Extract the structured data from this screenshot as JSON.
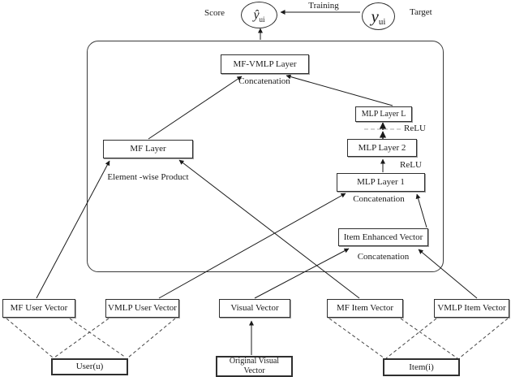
{
  "header": {
    "score_label": "Score",
    "training_label": "Training",
    "target_label": "Target",
    "score_var": "ŷ",
    "score_sub": "ui",
    "target_var": "y",
    "target_sub": "ui"
  },
  "model": {
    "mf_vmlp_layer": "MF-VMLP Layer",
    "mf_vmlp_op": "Concatenation",
    "mf_layer": "MF Layer",
    "mf_op": "Element -wise Product",
    "mlp_layer_l": "MLP Layer L",
    "relu_upper": "ReLU",
    "mlp_layer_2": "MLP Layer 2",
    "relu_lower": "ReLU",
    "mlp_layer_1": "MLP Layer 1",
    "mlp1_op": "Concatenation",
    "item_enhanced": "Item Enhanced Vector",
    "item_enhanced_op": "Concatenation"
  },
  "embeddings": {
    "mf_user": "MF User Vector",
    "vmlp_user": "VMLP User Vector",
    "visual": "Visual Vector",
    "mf_item": "MF Item Vector",
    "vmlp_item": "VMLP Item Vector"
  },
  "inputs": {
    "user": "User(u)",
    "visual_line1": "Original Visual",
    "visual_line2": "Vector",
    "item": "Item(i)"
  },
  "colors": {
    "line": "#1a1a1a",
    "dashed": "#444444",
    "relu_dash": "#aaaaaa",
    "border": "#2f2f2f"
  }
}
